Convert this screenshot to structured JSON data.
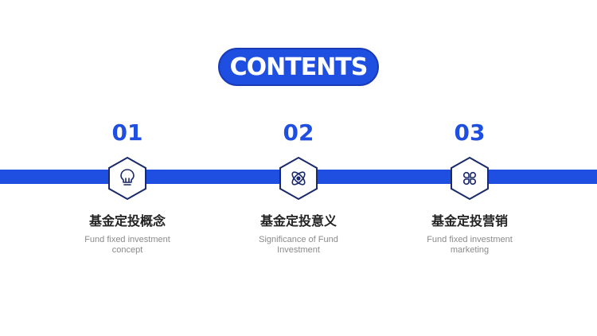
{
  "header": {
    "title": "CONTENTS"
  },
  "colors": {
    "accent": "#1f4fe0",
    "text": "#222222",
    "muted": "#8a8a8a"
  },
  "items": [
    {
      "number": "01",
      "title": "基金定投概念",
      "subtitle_line1": "Fund fixed investment",
      "subtitle_line2": "concept",
      "icon": "lightbulb-icon"
    },
    {
      "number": "02",
      "title": "基金定投意义",
      "subtitle_line1": "Significance of Fund",
      "subtitle_line2": "Investment",
      "icon": "atom-icon"
    },
    {
      "number": "03",
      "title": "基金定投营销",
      "subtitle_line1": "Fund fixed investment",
      "subtitle_line2": "marketing",
      "icon": "clover-icon"
    }
  ]
}
